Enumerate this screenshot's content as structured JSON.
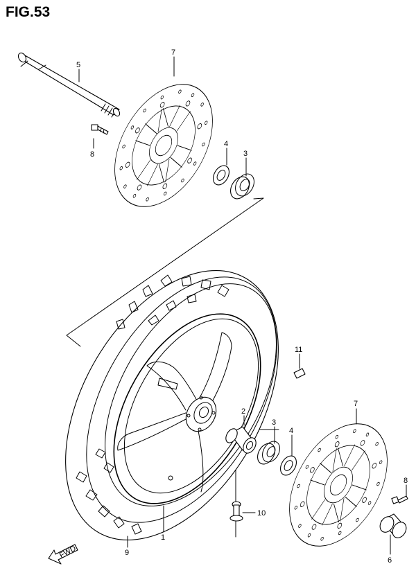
{
  "figure": {
    "title": "FIG.53"
  },
  "callouts": {
    "c1": "1",
    "c2": "2",
    "c3a": "3",
    "c3b": "3",
    "c4a": "4",
    "c4b": "4",
    "c5": "5",
    "c6": "6",
    "c7a": "7",
    "c7b": "7",
    "c8a": "8",
    "c8b": "8",
    "c9": "9",
    "c10": "10",
    "c11": "11"
  },
  "fwd_label": "FWD"
}
